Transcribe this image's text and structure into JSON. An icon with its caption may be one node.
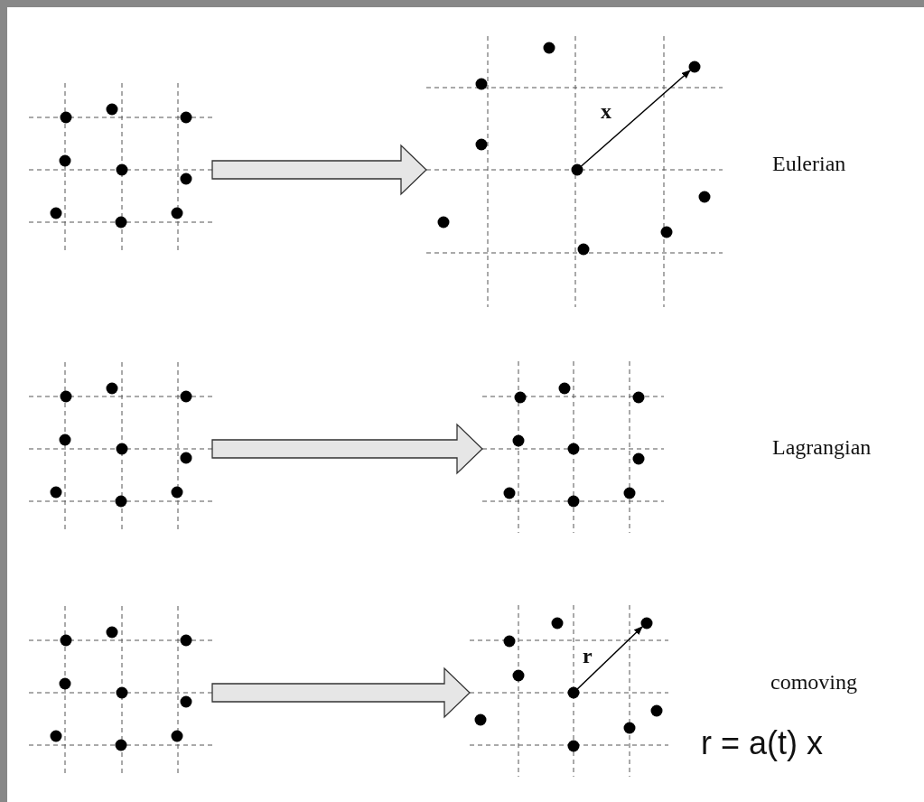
{
  "diagram": {
    "nodes": [
      {
        "text": [],
        "shape": "picture"
      },
      {
        "text": [],
        "shape": "picture"
      },
      {
        "text": [],
        "shape": "picture"
      },
      {
        "text": [],
        "shape": "picture"
      },
      {
        "text": [],
        "shape": "picture"
      },
      {
        "text": [],
        "shape": "picture"
      }
    ],
    "edges": [
      {
        "from": 0,
        "to": 1,
        "arrow": "to"
      },
      {
        "from": 2,
        "to": 3,
        "arrow": "to"
      },
      {
        "from": 4,
        "to": 5,
        "arrow": "to"
      }
    ],
    "labels": [
      "x",
      "Eulerian",
      "Lagrangian",
      "r",
      "comoving",
      "r = a(t) x"
    ]
  }
}
